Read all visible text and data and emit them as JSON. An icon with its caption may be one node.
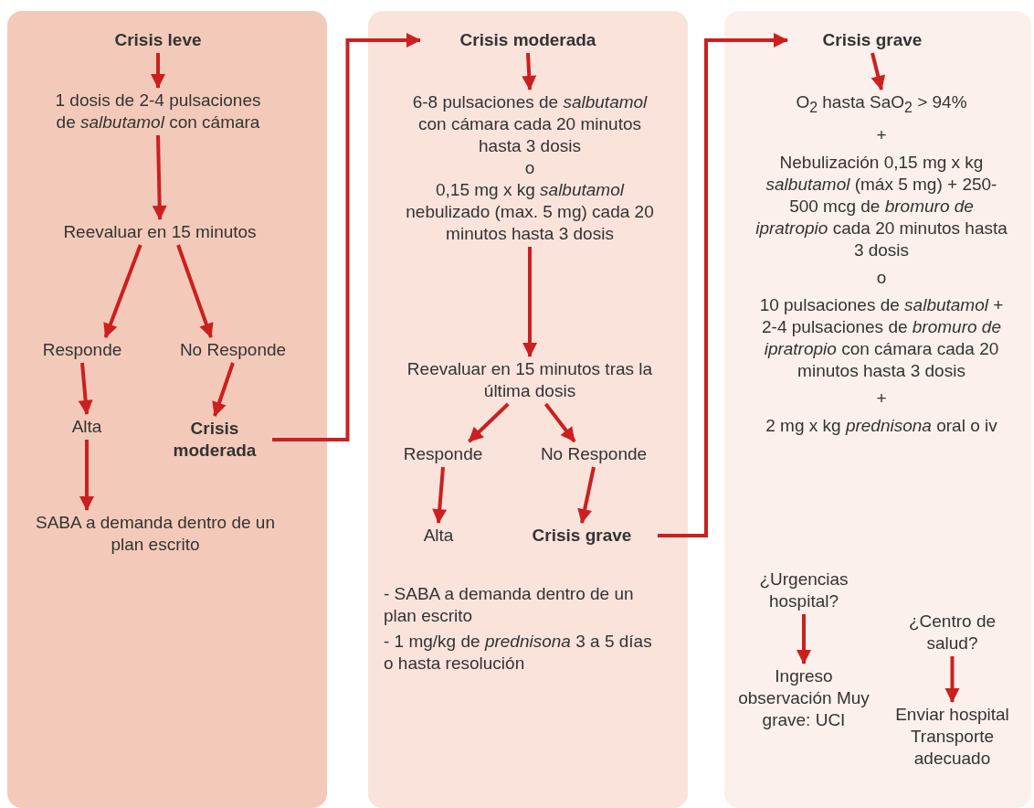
{
  "diagram": {
    "nodes": [
      {
        "text": [],
        "shape": "box"
      },
      {
        "text": [
          "Crisis leve"
        ],
        "in": 0
      },
      {
        "text": [
          "1 dosis de 2-4 pulsaciones de *salbutamol* con cámara"
        ],
        "in": 0
      },
      {
        "text": [
          "Reevaluar en 15 minutos"
        ],
        "in": 0
      },
      {
        "text": [
          "Responde"
        ],
        "in": 0
      },
      {
        "text": [
          "No Responde"
        ],
        "in": 0
      },
      {
        "text": [
          "Alta"
        ],
        "in": 0
      },
      {
        "text": [
          "Crisis moderada"
        ],
        "in": 0
      },
      {
        "text": [
          "SABA a demanda dentro de un plan escrito"
        ],
        "in": 0
      },
      {
        "text": [],
        "shape": "box"
      },
      {
        "text": [
          "Crisis moderada"
        ],
        "in": 9
      },
      {
        "text": [
          "6-8 pulsaciones de *salbutamol* con cámara cada 20 minutos hasta 3 dosis",
          "o",
          "0,15 mg x kg *salbutamol* nebulizado (max. 5 mg) cada 20 minutos hasta 3 dosis"
        ],
        "in": 9
      },
      {
        "text": [
          "Reevaluar en 15 minutos tras la última dosis"
        ],
        "in": 9
      },
      {
        "text": [
          "Responde"
        ],
        "in": 9
      },
      {
        "text": [
          "No Responde"
        ],
        "in": 9
      },
      {
        "text": [
          "Alta"
        ],
        "in": 9
      },
      {
        "text": [
          "Crisis grave"
        ],
        "in": 9
      },
      {
        "text": [],
        "shape": "box"
      },
      {
        "text": [
          "Crisis grave"
        ],
        "in": 17
      },
      {
        "text": [
          "O$_{2}$ hasta SaO$_{2}$ > 94%",
          "+",
          "Nebulización 0,15 mg x kg *salbutamol* (máx 5 mg) + 250-500 mcg de *bromuro de ipratropio* cada 20 minutos hasta 3 dosis",
          "o",
          "10 pulsaciones de *salbutamol* + 2-4 pulsaciones de *bromuro de ipratropio* con cámara cada 20 minutos hasta 3 dosis",
          "+",
          "2 mg x kg *prednisona* oral o iv"
        ],
        "in": 17
      },
      {
        "text": [
          "¿Urgencias hospital?"
        ],
        "in": 17
      },
      {
        "text": [
          "Ingreso observación Muy grave: UCI"
        ],
        "in": 17
      },
      {
        "text": [
          "¿Centro de salud?"
        ],
        "in": 17
      },
      {
        "text": [
          "Enviar hospital Transporte adecuado"
        ],
        "in": 17
      }
    ],
    "edges": [
      {
        "from": 1,
        "to": 2,
        "arrow": "to"
      },
      {
        "from": 2,
        "to": 3,
        "arrow": "to"
      },
      {
        "from": 3,
        "to": 4,
        "arrow": "to"
      },
      {
        "from": 3,
        "to": 5,
        "arrow": "to"
      },
      {
        "from": 4,
        "to": 6,
        "arrow": "to"
      },
      {
        "from": 5,
        "to": 7,
        "arrow": "to"
      },
      {
        "from": 6,
        "to": 8,
        "arrow": "to"
      },
      {
        "from": 7,
        "to": 10,
        "arrow": "to"
      },
      {
        "from": 10,
        "to": 11,
        "arrow": "to"
      },
      {
        "from": 11,
        "to": 12,
        "arrow": "to"
      },
      {
        "from": 12,
        "to": 13,
        "arrow": "to"
      },
      {
        "from": 12,
        "to": 14,
        "arrow": "to"
      },
      {
        "from": 13,
        "to": 15,
        "arrow": "to"
      },
      {
        "from": 14,
        "to": 16,
        "arrow": "to"
      },
      {
        "from": 16,
        "to": 18,
        "arrow": "to"
      },
      {
        "from": 18,
        "to": 19,
        "arrow": "to"
      },
      {
        "from": 20,
        "to": 21,
        "arrow": "to"
      },
      {
        "from": 22,
        "to": 23,
        "arrow": "to"
      }
    ],
    "labels": [
      "- SABA a demanda dentro de un plan escrito",
      "- 1 mg/kg de *prednisona* 3 a 5 días o hasta resolución"
    ]
  }
}
